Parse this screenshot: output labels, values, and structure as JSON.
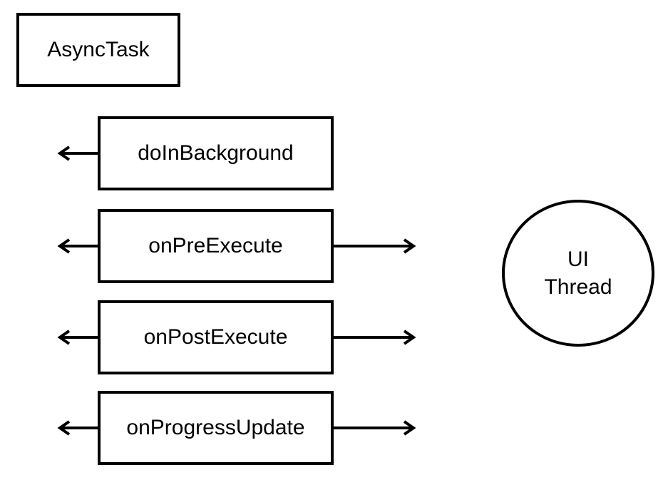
{
  "diagram": {
    "title_box": {
      "label": "AsyncTask"
    },
    "method_boxes": [
      {
        "label": "doInBackground",
        "arrow_left": true,
        "arrow_right": false
      },
      {
        "label": "onPreExecute",
        "arrow_left": true,
        "arrow_right": true
      },
      {
        "label": "onPostExecute",
        "arrow_left": true,
        "arrow_right": true
      },
      {
        "label": "onProgressUpdate",
        "arrow_left": true,
        "arrow_right": true
      }
    ],
    "circle": {
      "line1": "UI",
      "line2": "Thread"
    },
    "colors": {
      "stroke": "#000000",
      "background": "#ffffff",
      "text": "#000000"
    }
  }
}
